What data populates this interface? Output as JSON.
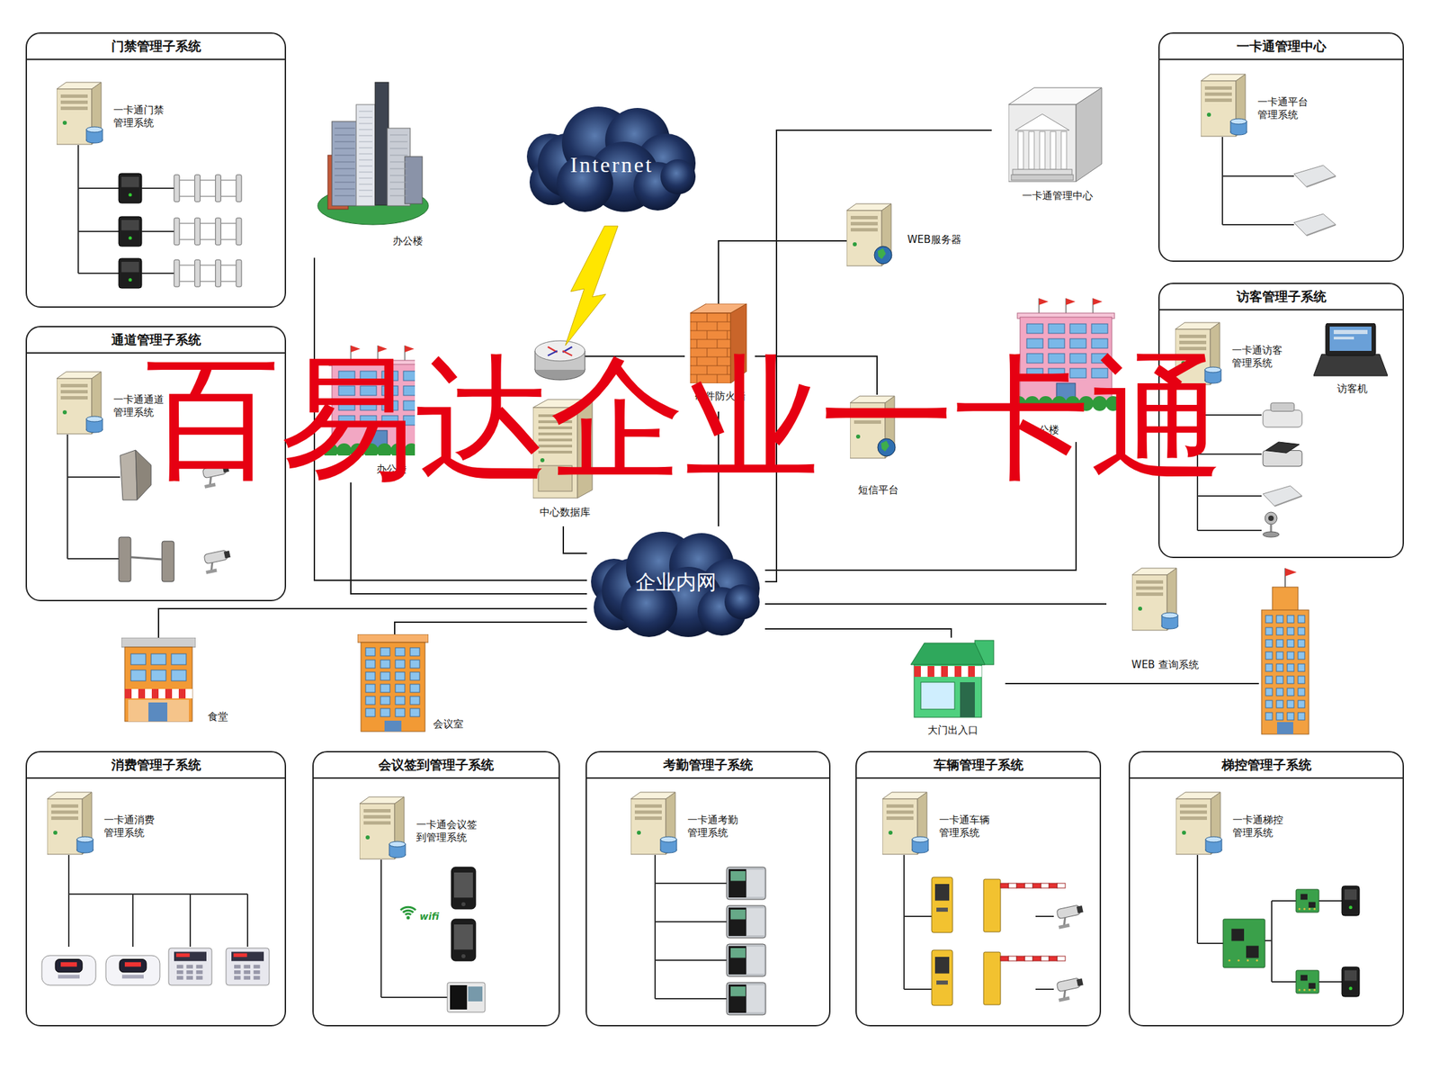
{
  "diagram": {
    "nodes": [
      {
        "text": [
          "门禁管理子系统"
        ]
      },
      {
        "text": [
          "一卡通门禁管理系统"
        ],
        "in": 0
      },
      {
        "text": [
          "通道管理子系统"
        ]
      },
      {
        "text": [
          "一卡通通道管理系统"
        ],
        "in": 2
      },
      {
        "text": [
          "一卡通管理中心"
        ]
      },
      {
        "text": [
          "一卡通平台管理系统"
        ],
        "in": 4
      },
      {
        "text": [
          "访客管理子系统"
        ]
      },
      {
        "text": [
          "一卡通访客管理系统"
        ],
        "in": 6
      },
      {
        "text": [
          "访客机"
        ],
        "in": 6
      },
      {
        "text": [
          "Internet"
        ]
      },
      {
        "text": [
          "办公楼"
        ]
      },
      {
        "text": [
          "硬件防火墙"
        ]
      },
      {
        "text": [
          "WEB服务器"
        ]
      },
      {
        "text": [
          "一卡通管理中心"
        ]
      },
      {
        "text": [
          "办公楼"
        ]
      },
      {
        "text": [
          "中心数据库"
        ]
      },
      {
        "text": [
          "短信平台"
        ]
      },
      {
        "text": [
          "办公楼"
        ]
      },
      {
        "text": [
          "企业内网"
        ]
      },
      {
        "text": [
          "WEB 查询系统"
        ]
      },
      {
        "text": [
          "食堂"
        ]
      },
      {
        "text": [
          "会议室"
        ]
      },
      {
        "text": [
          "大门出入口"
        ]
      },
      {
        "text": [
          "消费管理子系统"
        ]
      },
      {
        "text": [
          "一卡通消费管理系统"
        ],
        "in": 23
      },
      {
        "text": [
          "会议签到管理子系统"
        ]
      },
      {
        "text": [
          "一卡通会议签到管理系统"
        ],
        "in": 25
      },
      {
        "text": [
          "考勤管理子系统"
        ]
      },
      {
        "text": [
          "一卡通考勤管理系统"
        ],
        "in": 27
      },
      {
        "text": [
          "车辆管理子系统"
        ]
      },
      {
        "text": [
          "一卡通车辆管理系统"
        ],
        "in": 29
      },
      {
        "text": [
          "梯控管理子系统"
        ]
      },
      {
        "text": [
          "一卡通梯控管理系统"
        ],
        "in": 31
      }
    ],
    "edges": [
      {
        "from": 9,
        "to": 11,
        "arrow": "none"
      },
      {
        "from": 11,
        "to": 12,
        "arrow": "none"
      },
      {
        "from": 11,
        "to": 16,
        "arrow": "none"
      },
      {
        "from": 11,
        "to": 18,
        "arrow": "none"
      },
      {
        "from": 10,
        "to": 18,
        "arrow": "none"
      },
      {
        "from": 14,
        "to": 18,
        "arrow": "none"
      },
      {
        "from": 15,
        "to": 18,
        "arrow": "none"
      },
      {
        "from": 13,
        "to": 18,
        "arrow": "none"
      },
      {
        "from": 17,
        "to": 18,
        "arrow": "none"
      },
      {
        "from": 20,
        "to": 18,
        "arrow": "none"
      },
      {
        "from": 21,
        "to": 18,
        "arrow": "none"
      },
      {
        "from": 22,
        "to": 18,
        "arrow": "none"
      },
      {
        "from": 19,
        "to": 18,
        "arrow": "none"
      }
    ],
    "labels": [
      "百易达企业一卡通",
      "wifi"
    ]
  }
}
